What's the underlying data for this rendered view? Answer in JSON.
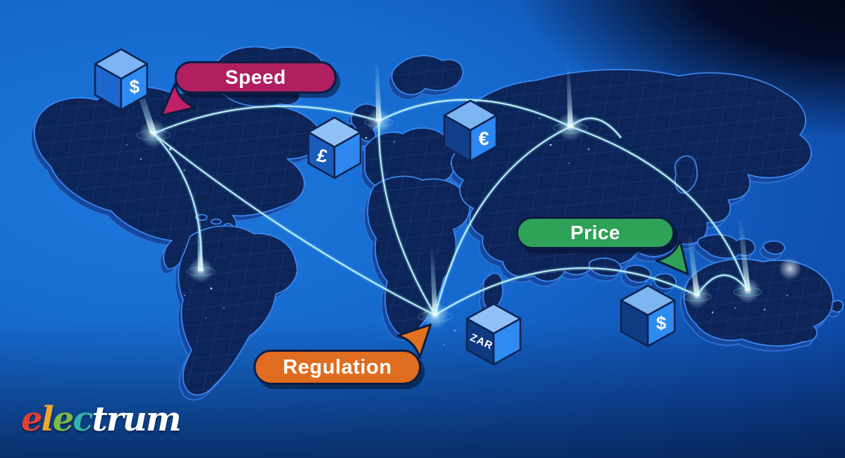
{
  "badges": {
    "speed": "Speed",
    "price": "Price",
    "regulation": "Regulation"
  },
  "cubes": [
    {
      "name": "dollar-cube-north-america",
      "symbol": "$"
    },
    {
      "name": "pound-cube-north-atlantic",
      "symbol": "£"
    },
    {
      "name": "euro-cube-europe",
      "symbol": "€"
    },
    {
      "name": "zar-cube-south-africa",
      "symbol": "ZAR"
    },
    {
      "name": "dollar-cube-australia",
      "symbol": "$"
    }
  ],
  "logo": {
    "brand": "electrum",
    "letters": [
      {
        "char": "e",
        "color": "#e6402e"
      },
      {
        "char": "l",
        "color": "#f4a72f"
      },
      {
        "char": "e",
        "color": "#7cba45"
      },
      {
        "char": "c",
        "color": "#2fb3ad"
      },
      {
        "char": "t",
        "color": "#ffffff"
      },
      {
        "char": "r",
        "color": "#ffffff"
      },
      {
        "char": "u",
        "color": "#ffffff"
      },
      {
        "char": "m",
        "color": "#ffffff"
      }
    ]
  },
  "colors": {
    "speed_badge": "#b01f5f",
    "price_badge": "#2ea256",
    "regulation_badge": "#df6c20",
    "speed_cursor": "#c22066",
    "price_cursor": "#2fa156",
    "regulation_cursor": "#e2711d",
    "connection_line": "#c6f6fd",
    "land_fill": "#0d2458",
    "land_edge": "#3b86ec",
    "cube_top": "#85baf4",
    "cube_left_dark": "#15498f",
    "cube_right_bright": "#2e8bf2",
    "background_center": "#1566cc",
    "background_corner_dark": "#02050f"
  }
}
